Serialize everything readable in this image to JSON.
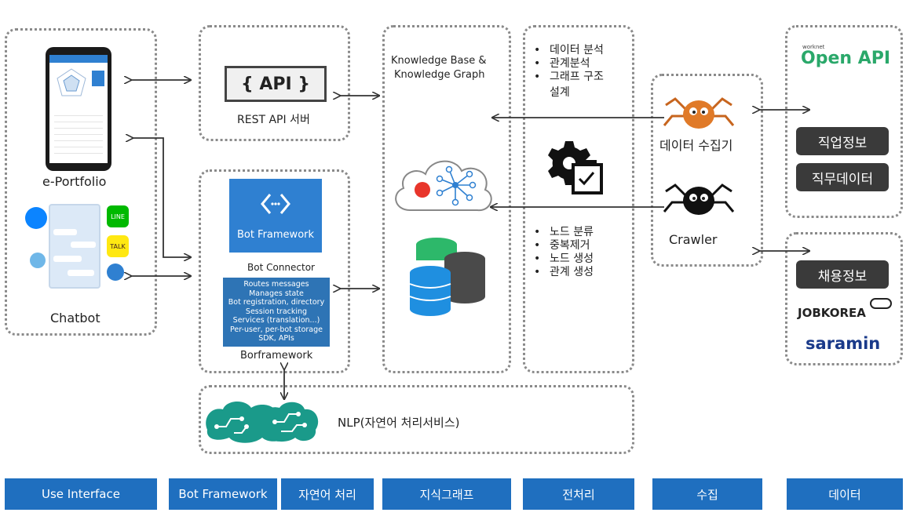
{
  "ui": {
    "eportfolio_label": "e-Portfolio",
    "chatbot_label": "Chatbot",
    "api_label": "{ API }",
    "rest_api_label": "REST API 서버",
    "bot_framework_logo": "Bot Framework",
    "bot_connector_label": "Bot Connector",
    "bot_services": [
      "Routes messages",
      "Manages state",
      "Bot registration, directory",
      "Session tracking",
      "Services (translation...)",
      "Per-user, per-bot storage",
      "SDK, APIs"
    ],
    "borframework_label": "Borframework",
    "knowledge_title_1": "Knowledge Base &",
    "knowledge_title_2": "Knowledge Graph",
    "analysis_bullets": [
      "데이터 분석",
      "관계분석",
      "그래프 구조",
      "설계"
    ],
    "process_bullets": [
      "노드 분류",
      "중복제거",
      "노드 생성",
      "관계 생성"
    ],
    "collector_label": "데이터 수집기",
    "crawler_label": "Crawler",
    "openapi_small": "worknet",
    "openapi_label": "Open API",
    "job_info_label": "직업정보",
    "job_data_label": "직무데이터",
    "recruit_label": "채용정보",
    "jobkorea_label": "JOBKOREA",
    "saramin_label": "saramin",
    "nlp_label": "NLP(자연어 처리서비스)"
  },
  "bottom_labels": {
    "ui": "Use Interface",
    "bot": "Bot Framework",
    "nlp": "자연어 처리",
    "kg": "지식그래프",
    "pre": "전처리",
    "collect": "수집",
    "data": "데이터"
  },
  "colors": {
    "label_blue": "#1f6fbf",
    "bot_blue": "#2f80d1",
    "services_blue": "#2e74b5",
    "dark_btn": "#3a3a3a",
    "openapi_green": "#2aa86a",
    "nlp_teal": "#1a9a8a"
  }
}
